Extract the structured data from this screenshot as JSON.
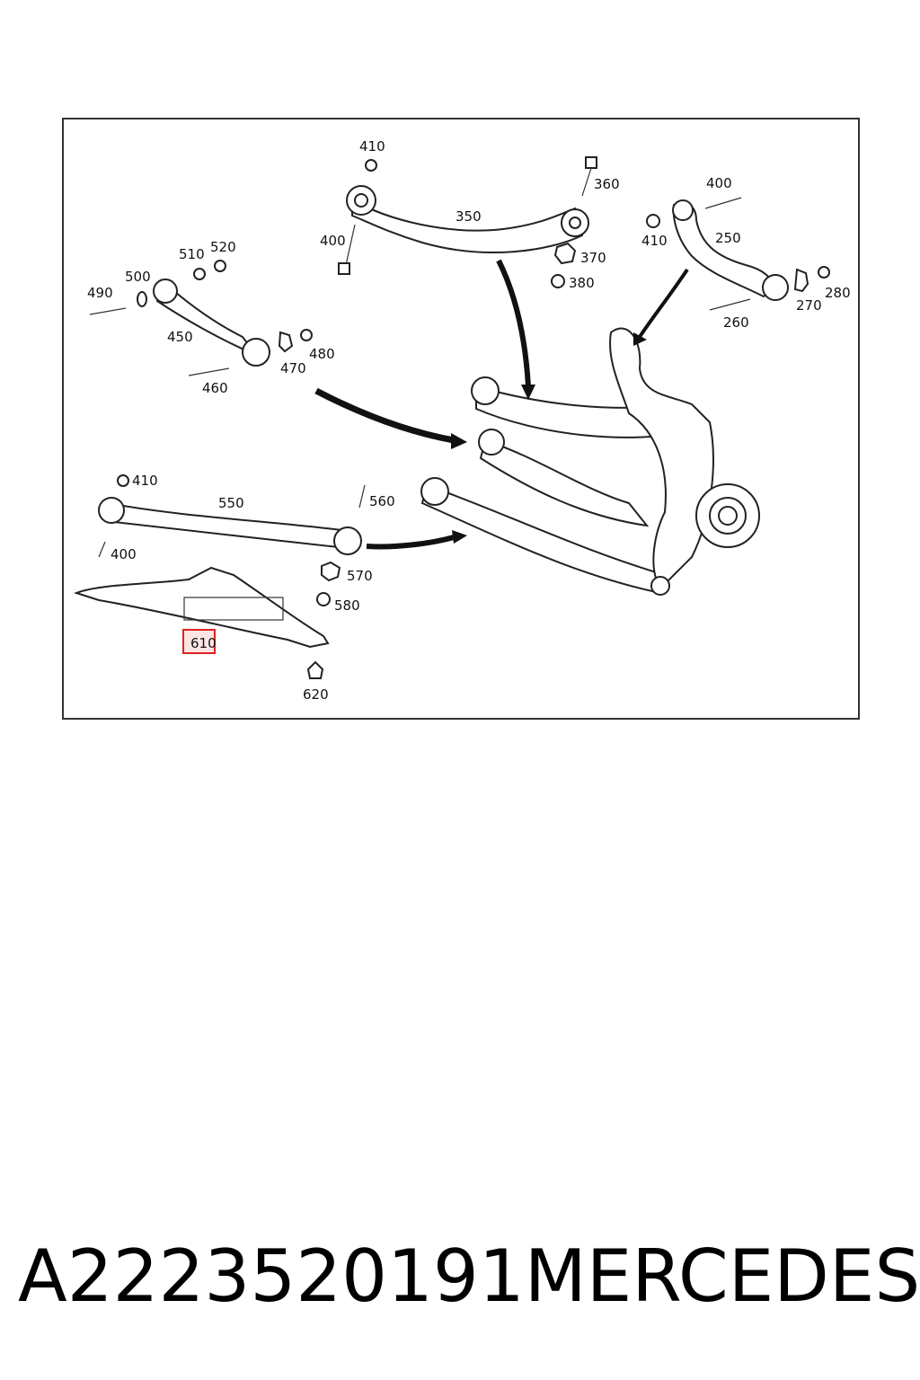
{
  "callouts": {
    "c410a": "410",
    "c360": "360",
    "c350": "350",
    "c400a": "400",
    "c370": "370",
    "c380": "380",
    "c400b": "400",
    "c410b": "410",
    "c250": "250",
    "c270": "270",
    "c280": "280",
    "c260": "260",
    "c510": "510",
    "c520": "520",
    "c500": "500",
    "c490": "490",
    "c450": "450",
    "c470": "470",
    "c480": "480",
    "c460": "460",
    "c410c": "410",
    "c550": "550",
    "c560": "560",
    "c400c": "400",
    "c570": "570",
    "c580": "580",
    "c610": "610",
    "c620": "620"
  },
  "highlight": {
    "part": "610",
    "color": "#e02020"
  },
  "footer": {
    "part_number": "A2223520191",
    "brand": "MERCEDES"
  }
}
